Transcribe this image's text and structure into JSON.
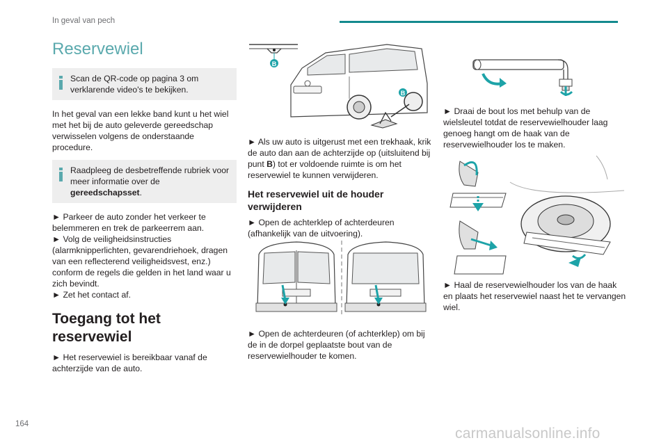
{
  "header": {
    "section": "In geval van pech",
    "page_number": "164"
  },
  "watermark": "carmanualsonline.info",
  "colors": {
    "accent": "#138a8e",
    "title": "#5aa9ad",
    "arrow": "#1da3a8"
  },
  "col1": {
    "title": "Reservewiel",
    "note1": "Scan de QR-code op pagina 3 om verklarende video's te bekijken.",
    "para1": "In het geval van een lekke band kunt u het wiel met het bij de auto geleverde gereedschap verwisselen volgens de onderstaande procedure.",
    "note2_text": "Raadpleeg de desbetreffende rubriek voor meer informatie over de",
    "note2_bold": "gereedschapsset",
    "note2_end": ".",
    "bullets": [
      "► Parkeer de auto zonder het verkeer te belemmeren en trek de parkeerrem aan.",
      "► Volg de veiligheidsinstructies (alarmknipperlichten, gevarendriehoek, dragen van een reflecterend veiligheidsvest, enz.) conform de regels die gelden in het land waar u zich bevindt.",
      "► Zet het contact af."
    ],
    "heading2": "Toegang tot het reservewiel",
    "para_access": "► Het reservewiel is bereikbaar vanaf de achterzijde van de auto."
  },
  "col2": {
    "label_b1": "B",
    "label_b2": "B",
    "para_tow_1": "► Als uw auto is uitgerust met een trekhaak, krik de auto dan aan de achterzijde op (uitsluitend bij punt ",
    "para_tow_b": "B",
    "para_tow_2": ") tot er voldoende ruimte is om het reservewiel te kunnen verwijderen.",
    "heading3": "Het reservewiel uit de houder verwijderen",
    "para_open": "► Open de achterklep of achterdeuren (afhankelijk van de uitvoering).",
    "para_doors": "► Open de achterdeuren (of achterklep) om bij de in de dorpel geplaatste bout van de reservewielhouder te komen."
  },
  "col3": {
    "para_bolt": "► Draai de bout los met behulp van de wielsleutel totdat de reservewielhouder laag genoeg hangt om de haak van de reservewielhouder los te maken.",
    "para_remove": "► Haal de reservewielhouder los van de haak en plaats het reservewiel naast het te vervangen wiel."
  }
}
